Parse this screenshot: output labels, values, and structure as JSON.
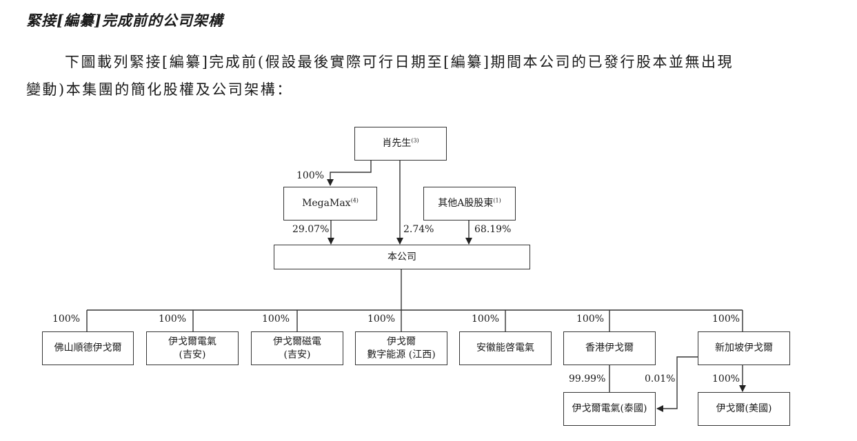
{
  "section": {
    "heading": "緊接[編纂]完成前的公司架構",
    "paragraph_line1": "下圖載列緊接[編纂]完成前(假設最後實際可行日期至[編纂]期間本公司的已發行股本並無出現",
    "paragraph_line2": "變動)本集團的簡化股權及公司架構："
  },
  "chart": {
    "top_holder": {
      "name": "肖先生",
      "note": "(3)"
    },
    "megamax": {
      "name": "MegaMax",
      "note": "(4)"
    },
    "other_holders": {
      "name": "其他A股股東",
      "note": "(1)"
    },
    "company": {
      "name": "本公司"
    },
    "ownership": {
      "xiao_to_megamax": "100%",
      "megamax_to_company": "29.07%",
      "xiao_to_company": "2.74%",
      "others_to_company": "68.19%"
    },
    "subsidiaries": [
      {
        "line1": "佛山順德伊戈爾",
        "line2": "",
        "pct": "100%"
      },
      {
        "line1": "伊戈爾電氣",
        "line2": "(吉安)",
        "pct": "100%"
      },
      {
        "line1": "伊戈爾磁電",
        "line2": "(吉安)",
        "pct": "100%"
      },
      {
        "line1": "伊戈爾",
        "line2": "數字能源 (江西)",
        "pct": "100%"
      },
      {
        "line1": "安徽能啓電氣",
        "line2": "",
        "pct": "100%"
      },
      {
        "line1": "香港伊戈爾",
        "line2": "",
        "pct": "100%"
      },
      {
        "line1": "新加坡伊戈爾",
        "line2": "",
        "pct": "100%"
      }
    ],
    "thailand": {
      "name": "伊戈爾電氣(泰國)",
      "pct_from_hk": "99.99%",
      "pct_from_sg": "0.01%"
    },
    "usa": {
      "name": "伊戈爾(美國)",
      "pct": "100%"
    }
  }
}
